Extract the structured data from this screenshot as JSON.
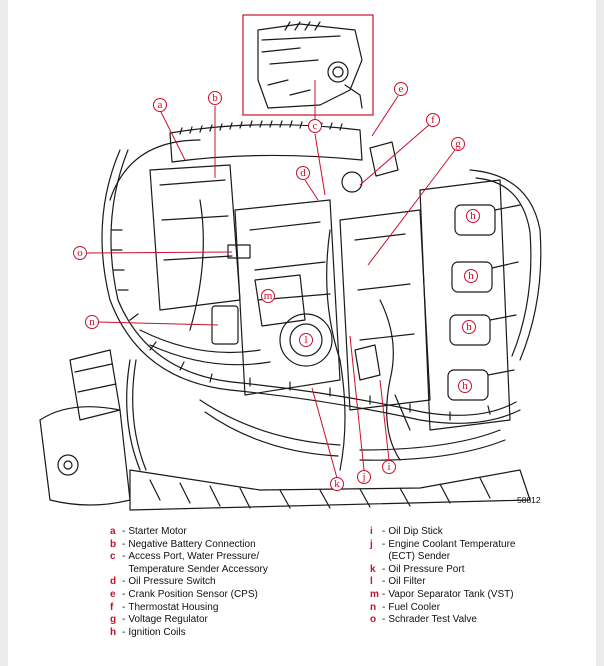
{
  "figure_number": "58812",
  "legend_left": [
    {
      "key": "a",
      "text": "Starter Motor"
    },
    {
      "key": "b",
      "text": "Negative Battery Connection"
    },
    {
      "key": "c",
      "text": "Access Port, Water Pressure/ Temperature Sender Accessory"
    },
    {
      "key": "d",
      "text": "Oil Pressure Switch"
    },
    {
      "key": "e",
      "text": "Crank Position Sensor (CPS)"
    },
    {
      "key": "f",
      "text": "Thermostat Housing"
    },
    {
      "key": "g",
      "text": "Voltage Regulator"
    },
    {
      "key": "h",
      "text": "Ignition Coils"
    }
  ],
  "legend_right": [
    {
      "key": "i",
      "text": "Oil Dip Stick"
    },
    {
      "key": "j",
      "text": "Engine Coolant Temperature (ECT) Sender"
    },
    {
      "key": "k",
      "text": "Oil Pressure Port"
    },
    {
      "key": "l",
      "text": "Oil Filter"
    },
    {
      "key": "m",
      "text": "Vapor Separator Tank (VST)"
    },
    {
      "key": "n",
      "text": "Fuel Cooler"
    },
    {
      "key": "o",
      "text": "Schrader Test Valve"
    }
  ],
  "callouts": [
    "a",
    "b",
    "c",
    "d",
    "e",
    "f",
    "g",
    "h",
    "h",
    "h",
    "h",
    "i",
    "j",
    "k",
    "l",
    "m",
    "n",
    "o"
  ],
  "colors": {
    "callout": "#c8102e",
    "line_art": "#1a1a1a",
    "page": "#ffffff",
    "background": "#ececec"
  }
}
